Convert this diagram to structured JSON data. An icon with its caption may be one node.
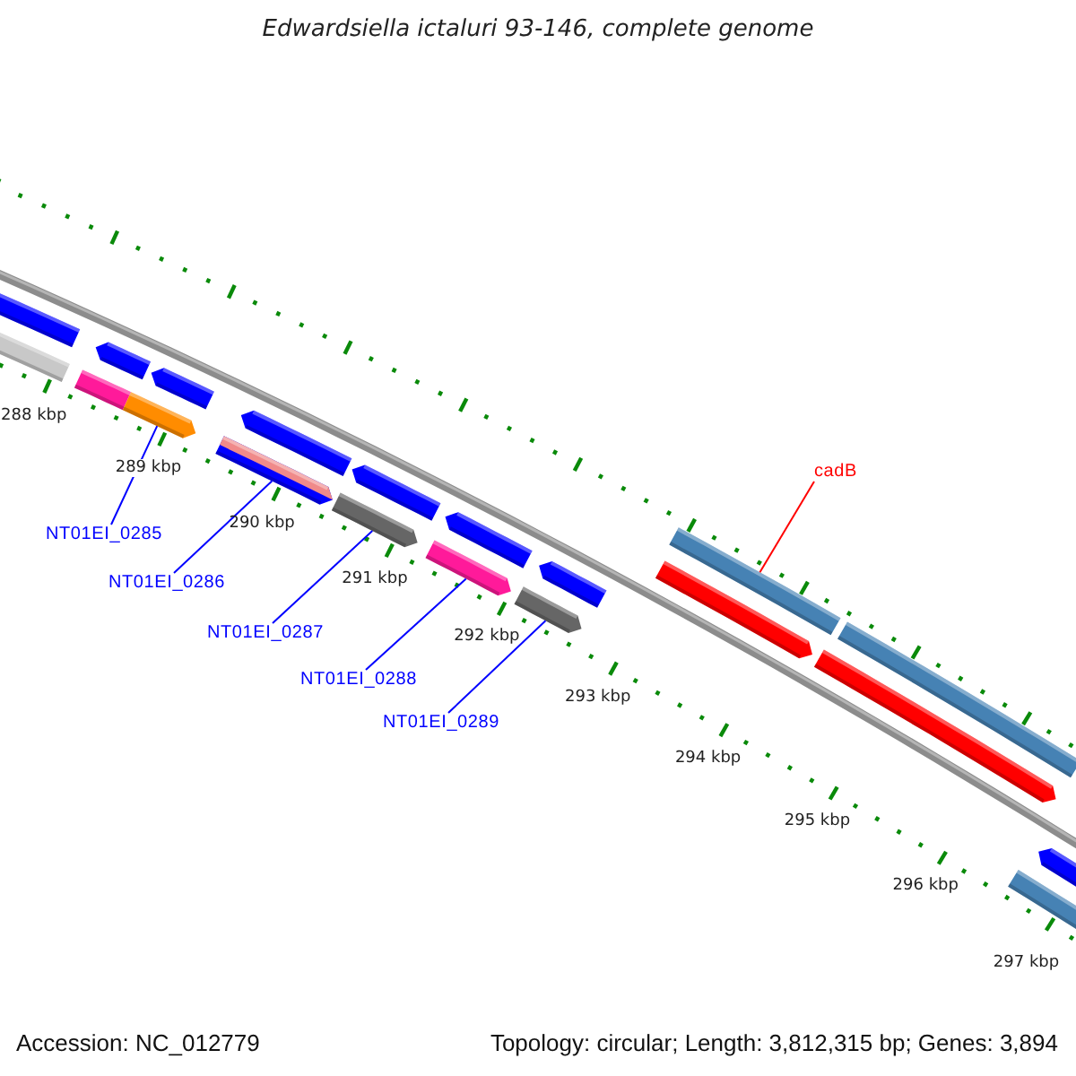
{
  "diagram": {
    "title": "Edwardsiella ictaluri 93-146, complete genome",
    "nodes": [
      {
        "text": [],
        "shape": "bar"
      },
      {
        "text": [],
        "shape": "bar"
      },
      {
        "text": [],
        "shape": "bar"
      },
      {
        "text": [],
        "shape": "bar"
      },
      {
        "text": [],
        "shape": "bar"
      },
      {
        "text": [],
        "shape": "bar"
      },
      {
        "text": [],
        "shape": "bar"
      },
      {
        "text": [],
        "shape": "bar"
      },
      {
        "text": [],
        "shape": "bar"
      },
      {
        "text": [],
        "shape": "bar"
      },
      {
        "text": [],
        "shape": "bar"
      },
      {
        "text": [],
        "shape": "bar"
      },
      {
        "text": [],
        "shape": "bar"
      },
      {
        "text": [],
        "shape": "bar"
      },
      {
        "text": [],
        "shape": "bar"
      },
      {
        "text": [],
        "shape": "bar"
      },
      {
        "text": [],
        "shape": "bar"
      },
      {
        "text": [],
        "shape": "bar"
      },
      {
        "text": [],
        "shape": "bar"
      },
      {
        "text": [],
        "shape": "bar"
      },
      {
        "text": [
          "cadB"
        ]
      },
      {
        "text": [
          "NT01EI_0285"
        ]
      },
      {
        "text": [
          "NT01EI_0286"
        ]
      },
      {
        "text": [
          "NT01EI_0287"
        ]
      },
      {
        "text": [
          "NT01EI_0288"
        ]
      },
      {
        "text": [
          "NT01EI_0289"
        ]
      }
    ],
    "edges": [
      {
        "from": 20,
        "to": 14,
        "arrow": "none",
        "color": "#ff0000"
      },
      {
        "from": 21,
        "to": 4,
        "arrow": "none"
      },
      {
        "from": 22,
        "to": 6,
        "arrow": "none"
      },
      {
        "from": 23,
        "to": 8,
        "arrow": "none"
      },
      {
        "from": 24,
        "to": 11,
        "arrow": "none"
      },
      {
        "from": 25,
        "to": 12,
        "arrow": "none"
      }
    ],
    "labels": [
      "288 kbp",
      "289 kbp",
      "290 kbp",
      "291 kbp",
      "292 kbp",
      "293 kbp",
      "294 kbp",
      "295 kbp",
      "296 kbp",
      "297 kbp",
      "Accession: NC_012779",
      "Topology: circular; Length: 3,812,315 bp; Genes: 3,894"
    ]
  }
}
